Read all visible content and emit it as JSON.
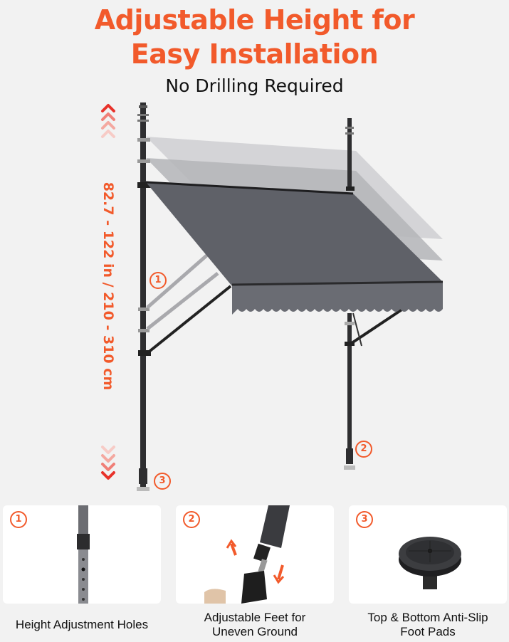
{
  "headline": {
    "line1": "Adjustable Height for",
    "line2": "Easy Installation",
    "subtitle": "No Drilling Required"
  },
  "dimension_label": "82.7 - 122 in / 210 - 310 cm",
  "colors": {
    "accent": "#f25a2b",
    "awning": "#5f6168",
    "background": "#f2f2f2"
  },
  "markers": {
    "one": "1",
    "two": "2",
    "three": "3"
  },
  "features": [
    {
      "number": "1",
      "caption": "Height Adjustment Holes",
      "icon": "pole-adjustment-holes"
    },
    {
      "number": "2",
      "caption_line1": "Adjustable Feet for",
      "caption_line2": "Uneven Ground",
      "icon": "adjustable-foot"
    },
    {
      "number": "3",
      "caption_line1": "Top & Bottom Anti-Slip",
      "caption_line2": "Foot Pads",
      "icon": "anti-slip-foot-pad"
    }
  ]
}
